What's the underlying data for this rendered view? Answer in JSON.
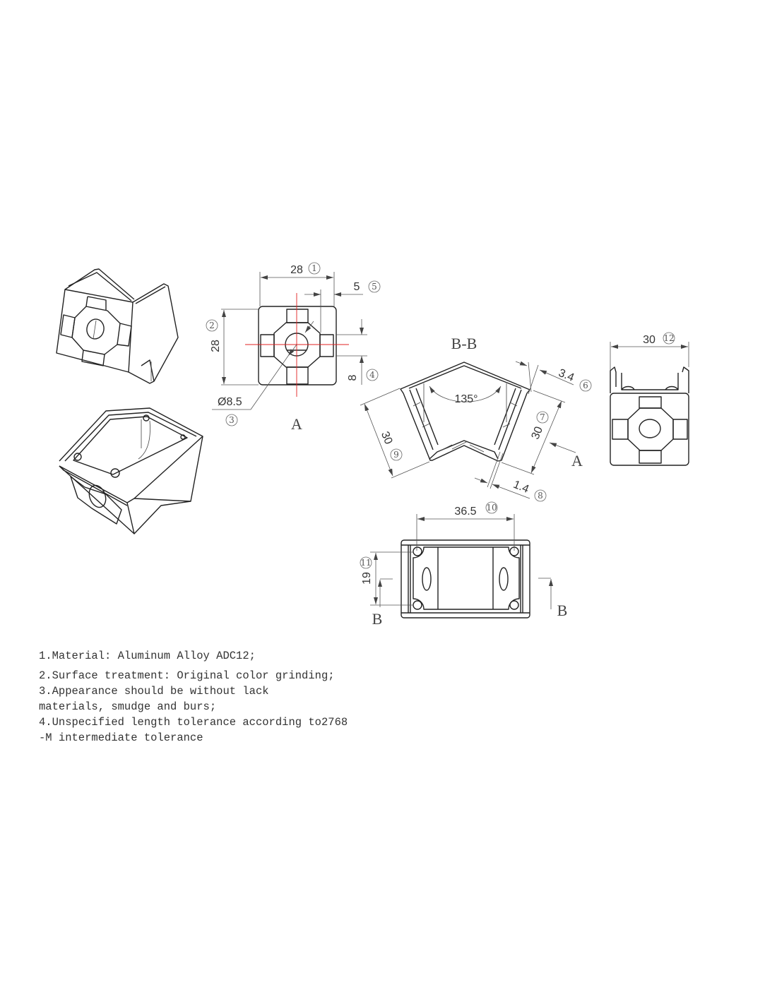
{
  "view_a": {
    "label": "A",
    "width_dim": "28",
    "width_ref": "1",
    "height_dim": "28",
    "height_ref": "2",
    "hole_dim": "Ø8.5",
    "hole_ref": "3",
    "slot_width_dim": "8",
    "slot_width_ref": "4",
    "slot_depth_dim": "5",
    "slot_depth_ref": "5"
  },
  "section_bb": {
    "label": "B-B",
    "angle": "135°",
    "wall_dim": "3.4",
    "wall_ref": "6",
    "right_len_dim": "30",
    "right_len_ref": "7",
    "thin_wall_dim": "1.4",
    "thin_wall_ref": "8",
    "left_len_dim": "30",
    "left_len_ref": "9",
    "view_arrow_label": "A"
  },
  "bottom_view": {
    "hole_spacing_dim": "36.5",
    "hole_spacing_ref": "10",
    "hole_pitch_dim": "19",
    "hole_pitch_ref": "11",
    "section_left": "B",
    "section_right": "B"
  },
  "side_view": {
    "width_dim": "30",
    "width_ref": "12"
  },
  "notes": [
    "1.Material: Aluminum Alloy ADC12;",
    "2.Surface treatment: Original color grinding;",
    "3.Appearance should be without lack\nmaterials, smudge and burs;",
    "4.Unspecified length tolerance according to2768\n-M intermediate tolerance"
  ],
  "colors": {
    "line": "#222222",
    "centerline": "#e02020",
    "dimension": "#555555"
  }
}
